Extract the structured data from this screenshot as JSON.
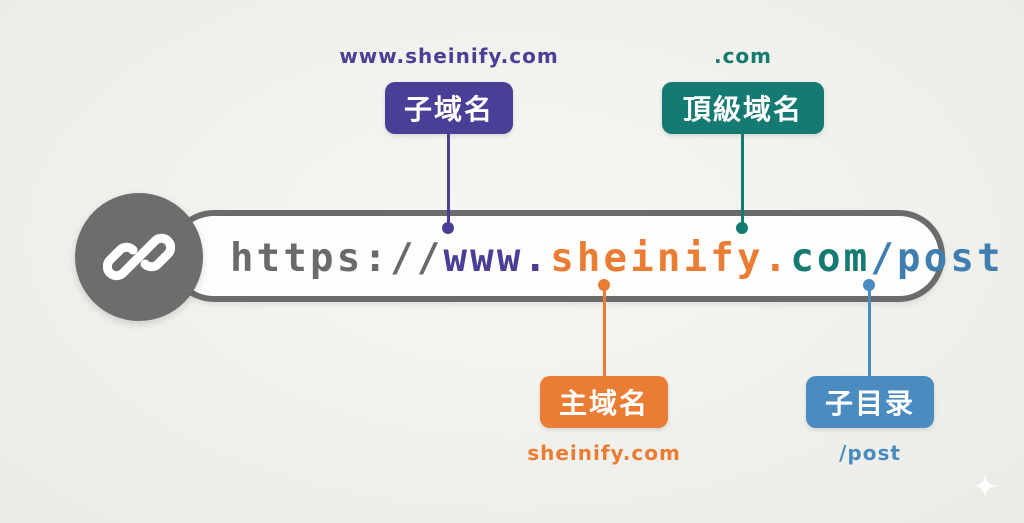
{
  "url": {
    "scheme": "https://",
    "subdomain": "www.",
    "main_domain": "sheinify.",
    "tld": "com",
    "path": "/post"
  },
  "callouts": {
    "subdomain": {
      "label": "子域名",
      "caption": "www.sheinify.com",
      "color": "#4a3f97"
    },
    "tld": {
      "label": "頂級域名",
      "caption": ".com",
      "color": "#147a72"
    },
    "main_domain": {
      "label": "主域名",
      "caption": "sheinify.com",
      "color": "#ea7c34"
    },
    "path": {
      "label": "子目录",
      "caption": "/post",
      "color": "#4a8cc0"
    }
  },
  "icons": {
    "link": "link-icon",
    "sparkle": "sparkle-icon"
  }
}
